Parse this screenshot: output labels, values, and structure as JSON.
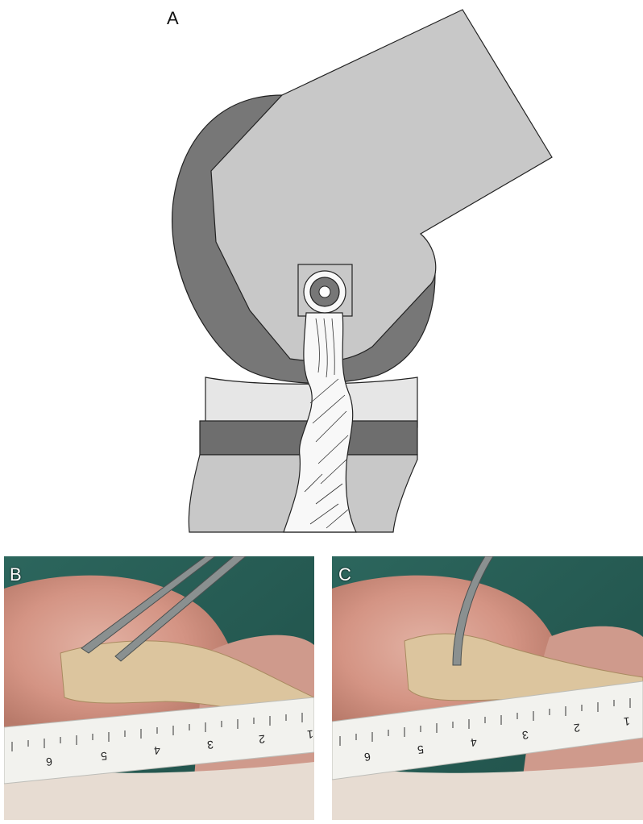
{
  "panels": {
    "a": {
      "label": "A"
    },
    "b": {
      "label": "B",
      "ruler_numbers": [
        "6",
        "5",
        "4",
        "3",
        "2",
        "1"
      ]
    },
    "c": {
      "label": "C",
      "ruler_numbers": [
        "6",
        "5",
        "4",
        "3",
        "2",
        "1"
      ]
    }
  },
  "colors": {
    "bone_light": "#c8c8c8",
    "cartilage_dark": "#777777",
    "tibia_plateau_light": "#e6e6e6",
    "tibia_band_dark": "#6e6e6e",
    "graft_white": "#f8f8f8",
    "outline": "#222222",
    "photo_background": "#2e6a62",
    "tissue_pink": "#d9a59a",
    "ruler_white": "#f2f2ee",
    "forceps_metal": "#8a9090"
  }
}
